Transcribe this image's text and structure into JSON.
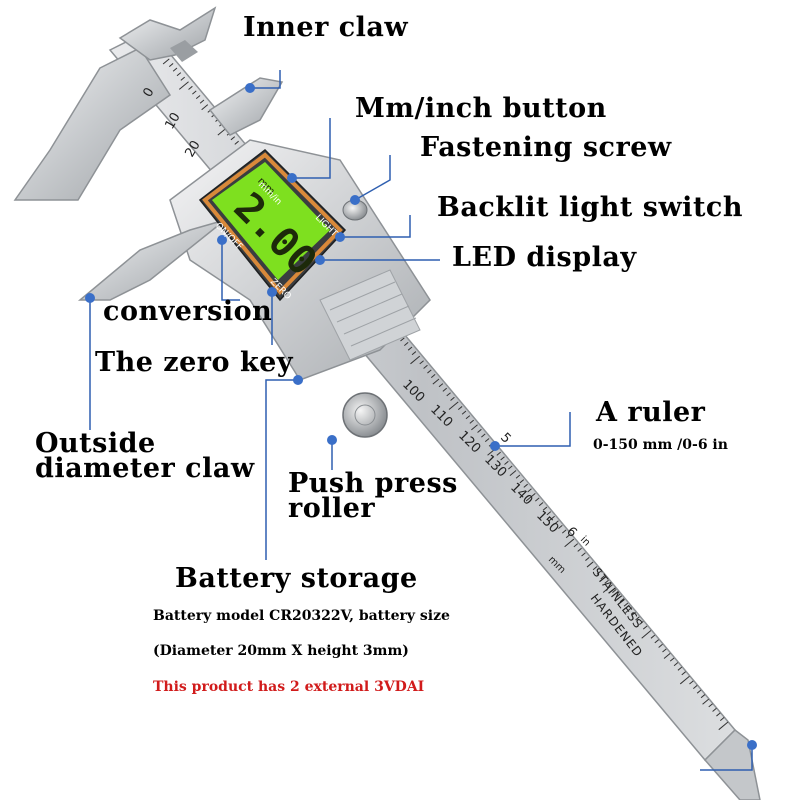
{
  "labels": {
    "inner_claw": "Inner claw",
    "mm_inch_button": "Mm/inch button",
    "fastening_screw": "Fastening screw",
    "backlit_switch": "Backlit light switch",
    "led_display": "LED display",
    "conversion": "conversion",
    "zero_key": "The zero key",
    "outside_claw_line1": "Outside",
    "outside_claw_line2": "diameter claw",
    "ruler": "A ruler",
    "ruler_range": "0-150 mm /0-6 in",
    "push_roller_line1": "Push press",
    "push_roller_line2": "roller",
    "battery_storage": "Battery storage",
    "battery_model": "Battery model CR20322V, battery size",
    "battery_dims": "(Diameter 20mm X height 3mm)",
    "battery_note": "This product has 2 external 3VDAI"
  },
  "device": {
    "display_reading": "2.00",
    "display_unit": "mm",
    "mm_in_key": "mm/in",
    "onoff_key": "ON/OFF",
    "light_key": "LIGHT",
    "zero_key": "ZERO",
    "engraving_line1": "STAINLESS",
    "engraving_line2": "HARDENED",
    "scale_top": [
      "0",
      "10",
      "20"
    ],
    "scale_main": [
      "100",
      "110",
      "120",
      "130",
      "140",
      "150"
    ],
    "scale_inch_marks": [
      "5",
      "6"
    ],
    "scale_unit_mm": "mm",
    "scale_unit_in": "in"
  },
  "colors": {
    "lcd_green": "#7ee01f",
    "leader_blue": "#2f5fb0",
    "dot_blue": "#3a6fc8",
    "steel": "#c9ccd0",
    "bezel": "#d9893a",
    "note_red": "#d11b1b"
  }
}
